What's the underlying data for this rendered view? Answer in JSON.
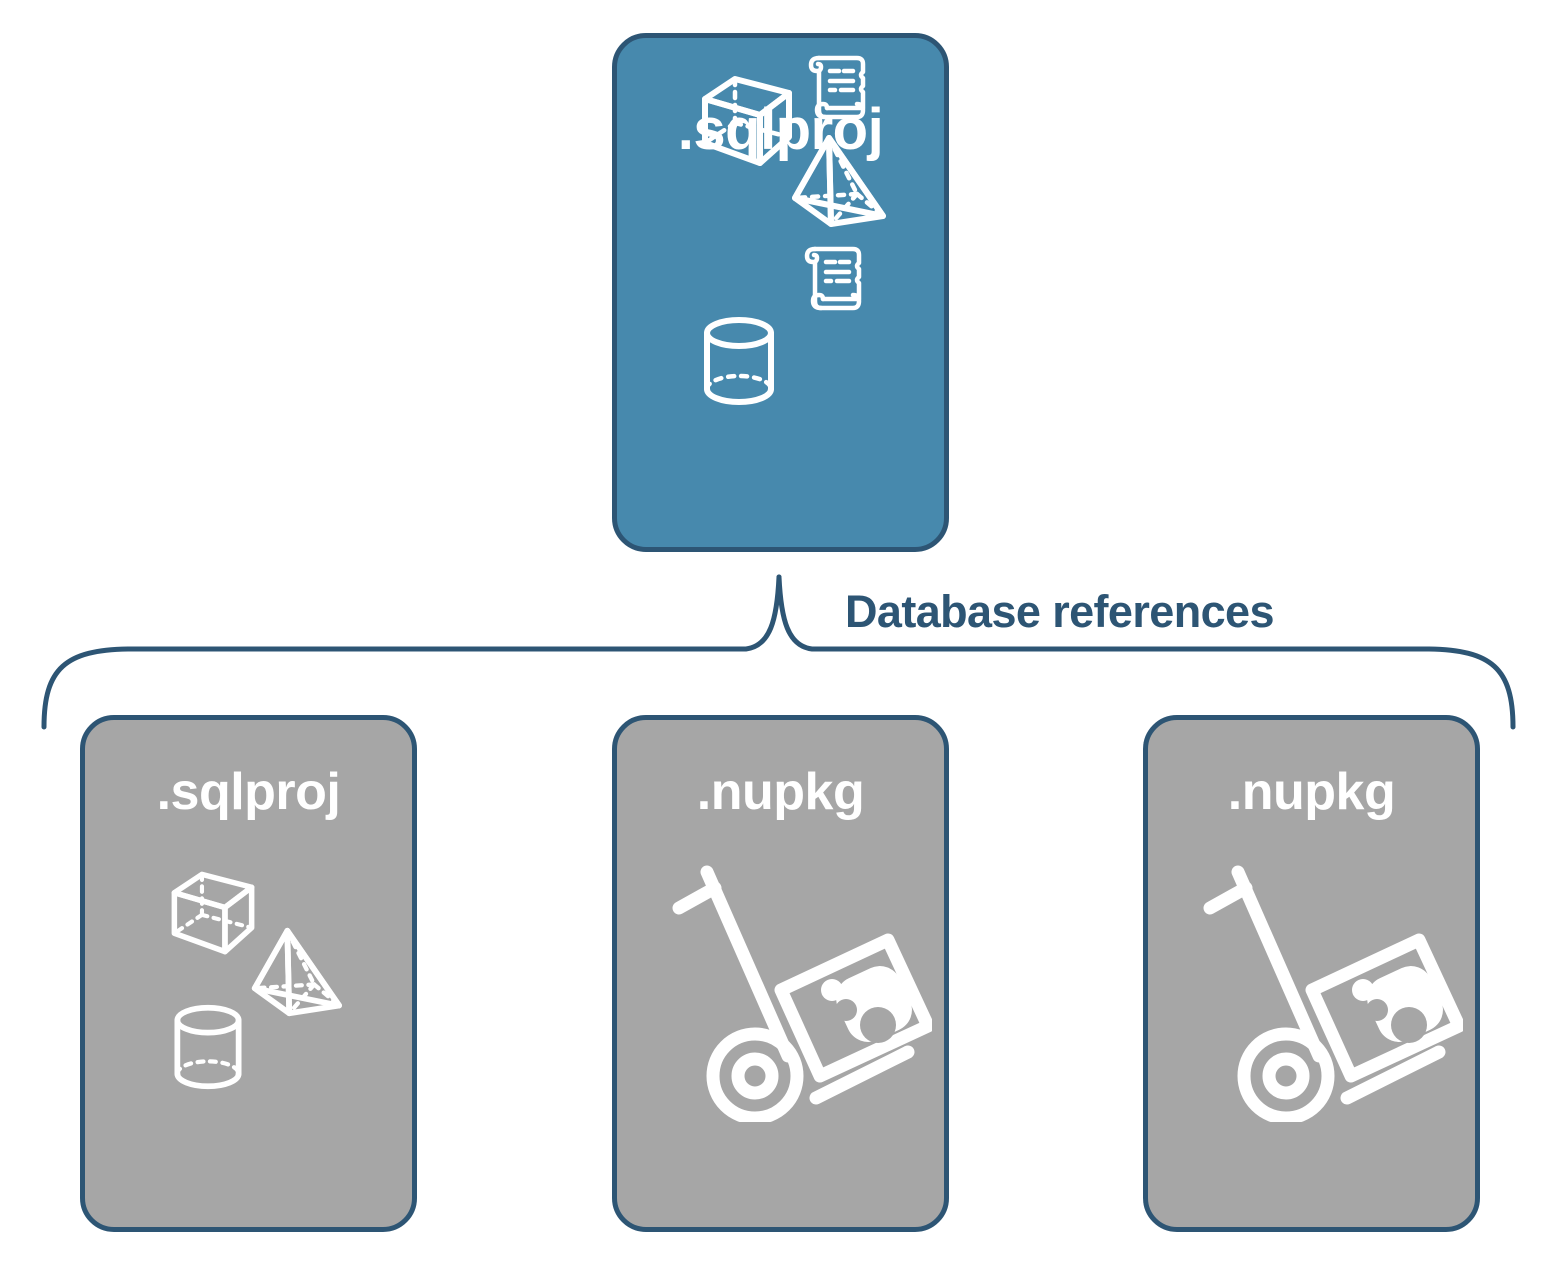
{
  "diagram": {
    "title_hidden": "",
    "colors": {
      "blue_fill": "#4789ad",
      "gray_fill": "#a6a6a6",
      "border": "#2d5574",
      "label_text": "#2d5574",
      "node_text": "#ffffff",
      "background": "#ffffff"
    },
    "edge_label": "Database references",
    "nodes": [
      {
        "id": "root-sqlproj",
        "label": ".sqlproj",
        "fill": "blue",
        "icons": [
          "cube-icon",
          "pyramid-icon",
          "cylinder-icon",
          "script-scroll-icon",
          "script-scroll-icon"
        ]
      },
      {
        "id": "ref-sqlproj",
        "label": ".sqlproj",
        "fill": "gray",
        "icons": [
          "cube-icon",
          "pyramid-icon",
          "cylinder-icon"
        ]
      },
      {
        "id": "ref-nupkg-1",
        "label": ".nupkg",
        "fill": "gray",
        "icons": [
          "hand-truck-package-icon"
        ]
      },
      {
        "id": "ref-nupkg-2",
        "label": ".nupkg",
        "fill": "gray",
        "icons": [
          "hand-truck-package-icon"
        ]
      }
    ]
  }
}
